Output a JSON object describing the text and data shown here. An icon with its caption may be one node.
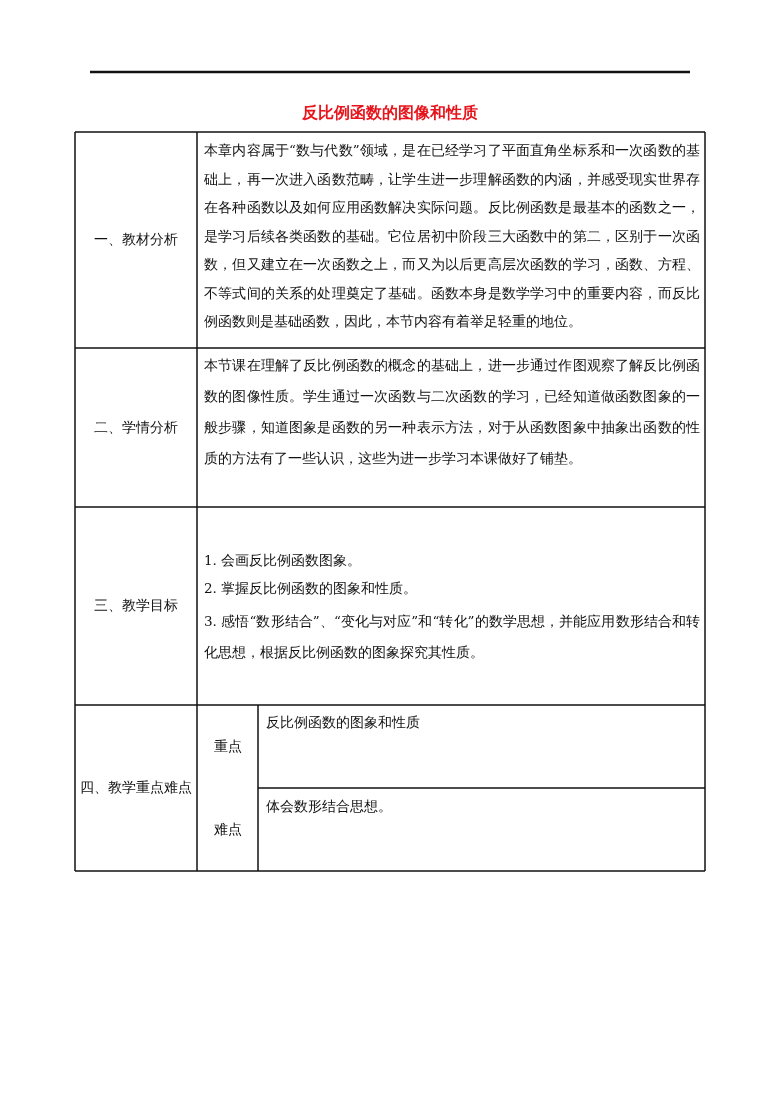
{
  "diagram": {
    "title": "反比例函数的图像和性质",
    "labels": [
      "一、教材分析",
      "本章内容属于“数与代数”领域，是在已经学习了平面直角坐标系和一次函数的基础上，再一次进入函数范畴，让学生进一步理解函数的内涵，并感受现实世界存在各种函数以及如何应用函数解决实际问题。反比例函数是最基本的函数之一，是学习后续各类函数的基础。它位居初中阶段三大函数中的第二，区别于一次函数，但又建立在一次函数之上，而又为以后更高层次函数的学习，函数、方程、不等式间的关系的处理奠定了基础。函数本身是数学学习中的重要内容，而反比例函数则是基础函数，因此，本节内容有着举足轻重的地位。",
      "二、学情分析",
      "本节课在理解了反比例函数的概念的基础上，进一步通过作图观察了解反比例函数的图像性质。学生通过一次函数与二次函数的学习，已经知道做函数图象的一般步骤，知道图象是函数的另一种表示方法，对于从函数图象中抽象出函数的性质的方法有了一些认识，这些为进一步学习本课做好了铺垫。",
      "三、教学目标",
      "1. 会画反比例函数图象。",
      "2. 掌握反比例函数的图象和性质。",
      "3. 感悟“数形结合”、“变化与对应”和“转化”的数学思想，并能应用数形结合和转化思想，根据反比例函数的图象探究其性质。",
      "四、教学重点难点",
      "重点",
      "反比例函数的图象和性质",
      "难点",
      "体会数形结合思想。"
    ]
  }
}
